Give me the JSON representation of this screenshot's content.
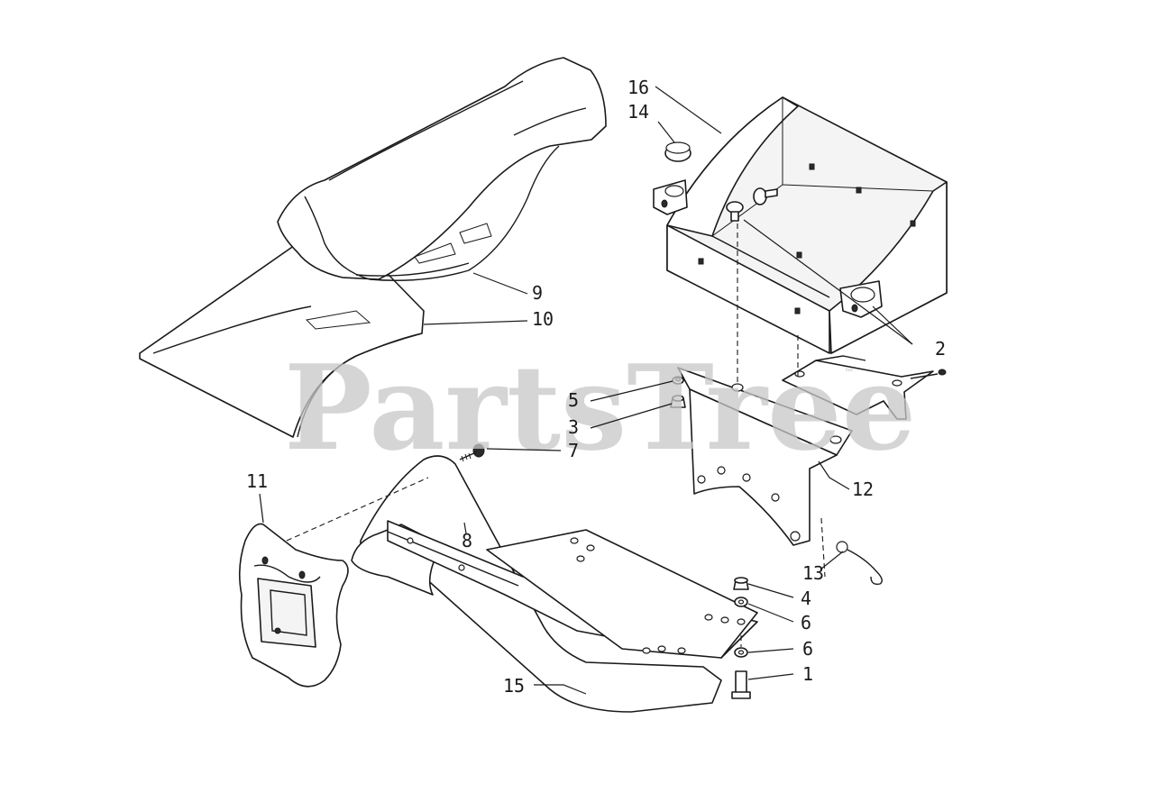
{
  "watermark": {
    "text": "PartsTree",
    "mark": "™"
  },
  "callouts": {
    "c1": "1",
    "c2": "2",
    "c3": "3",
    "c4": "4",
    "c5": "5",
    "c6a": "6",
    "c6b": "6",
    "c7": "7",
    "c8": "8",
    "c9": "9",
    "c10": "10",
    "c11": "11",
    "c12": "12",
    "c13": "13",
    "c14": "14",
    "c15": "15",
    "c16": "16"
  }
}
